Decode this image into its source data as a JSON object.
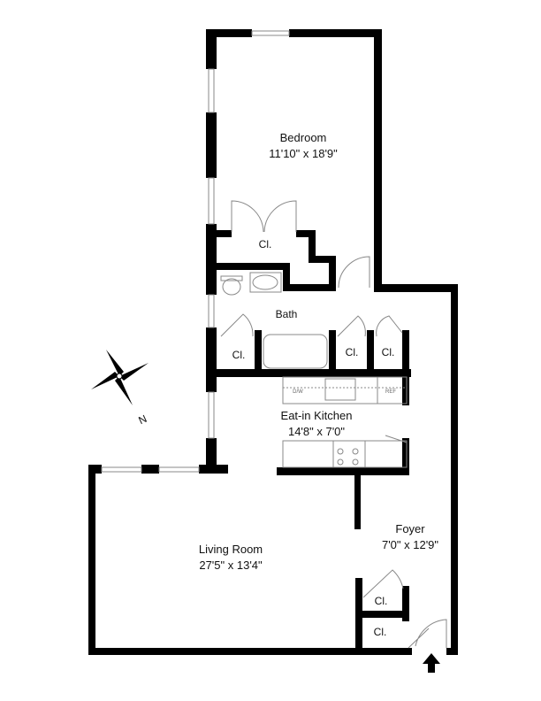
{
  "rooms": {
    "bedroom": {
      "name": "Bedroom",
      "dims": "11'10\" x 18'9\""
    },
    "bath": {
      "name": "Bath"
    },
    "kitchen": {
      "name": "Eat-in Kitchen",
      "dims": "14'8\" x 7'0\""
    },
    "living": {
      "name": "Living Room",
      "dims": "27'5\" x 13'4\""
    },
    "foyer": {
      "name": "Foyer",
      "dims": "7'0\" x 12'9\""
    }
  },
  "closets": [
    "Cl.",
    "Cl.",
    "Cl.",
    "Cl.",
    "Cl.",
    "Cl."
  ],
  "appliances": {
    "dishwasher": "D/W",
    "refrigerator": "REF"
  },
  "compass": {
    "label": "N"
  },
  "colors": {
    "wall": "#000000",
    "fixture": "#888888"
  }
}
